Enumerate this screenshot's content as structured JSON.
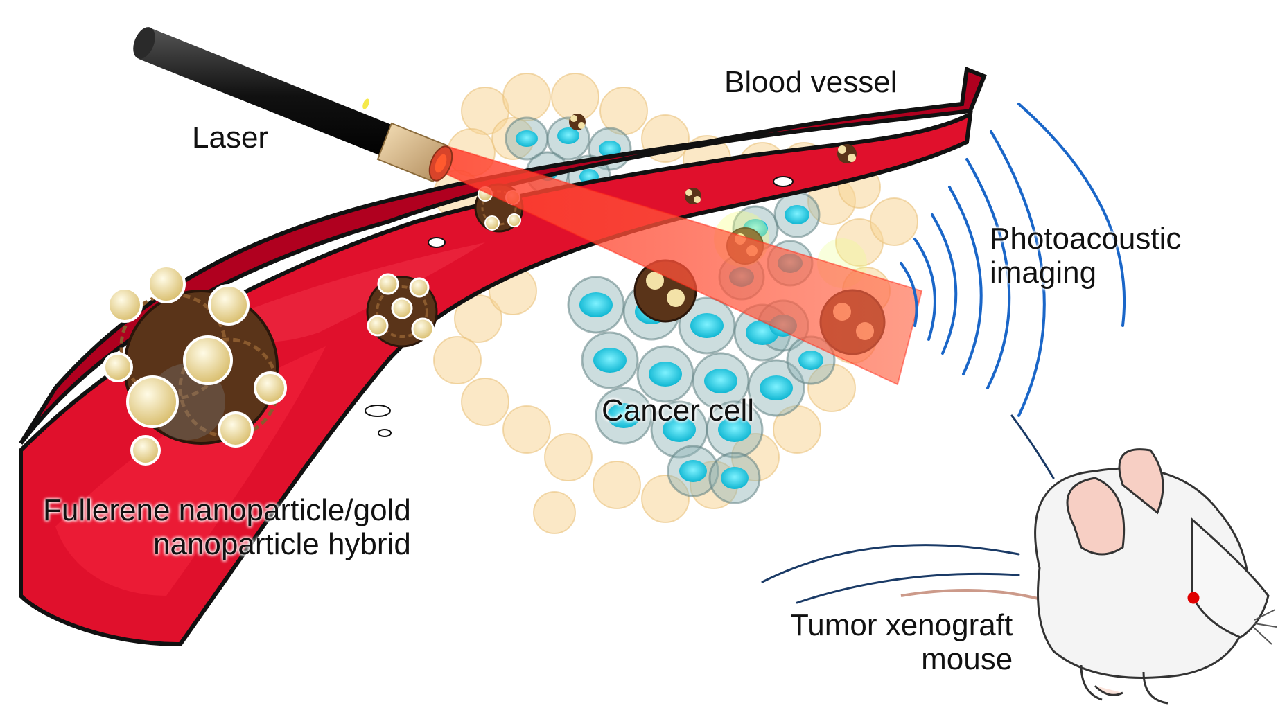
{
  "labels": {
    "laser": "Laser",
    "blood_vessel": "Blood vessel",
    "photoacoustic_line1": "Photoacoustic",
    "photoacoustic_line2": "imaging",
    "cancer_cell": "Cancer cell",
    "hybrid_line1": "Fullerene nanoparticle/gold",
    "hybrid_line2": "nanoparticle hybrid",
    "mouse_line1": "Tumor xenograft",
    "mouse_line2": "mouse"
  },
  "colors": {
    "vessel": "#e0102c",
    "vessel_dark": "#a3001c",
    "laser_beam": "#ff5a3c",
    "cancer_nucleus": "#14c6dc",
    "normal_cell": "#f5d08c",
    "sound_wave": "#1a66c8",
    "gold_particle": "#f3e2a8",
    "fullerene": "#6e3a16",
    "mouse_body": "#f4f4f4",
    "mouse_ear": "#f7cfc4",
    "mouse_eye": "#e00000"
  },
  "icons": [
    "laser-pointer-icon",
    "fullerene-gold-hybrid-icon",
    "mouse-icon",
    "sound-wave-icon"
  ]
}
